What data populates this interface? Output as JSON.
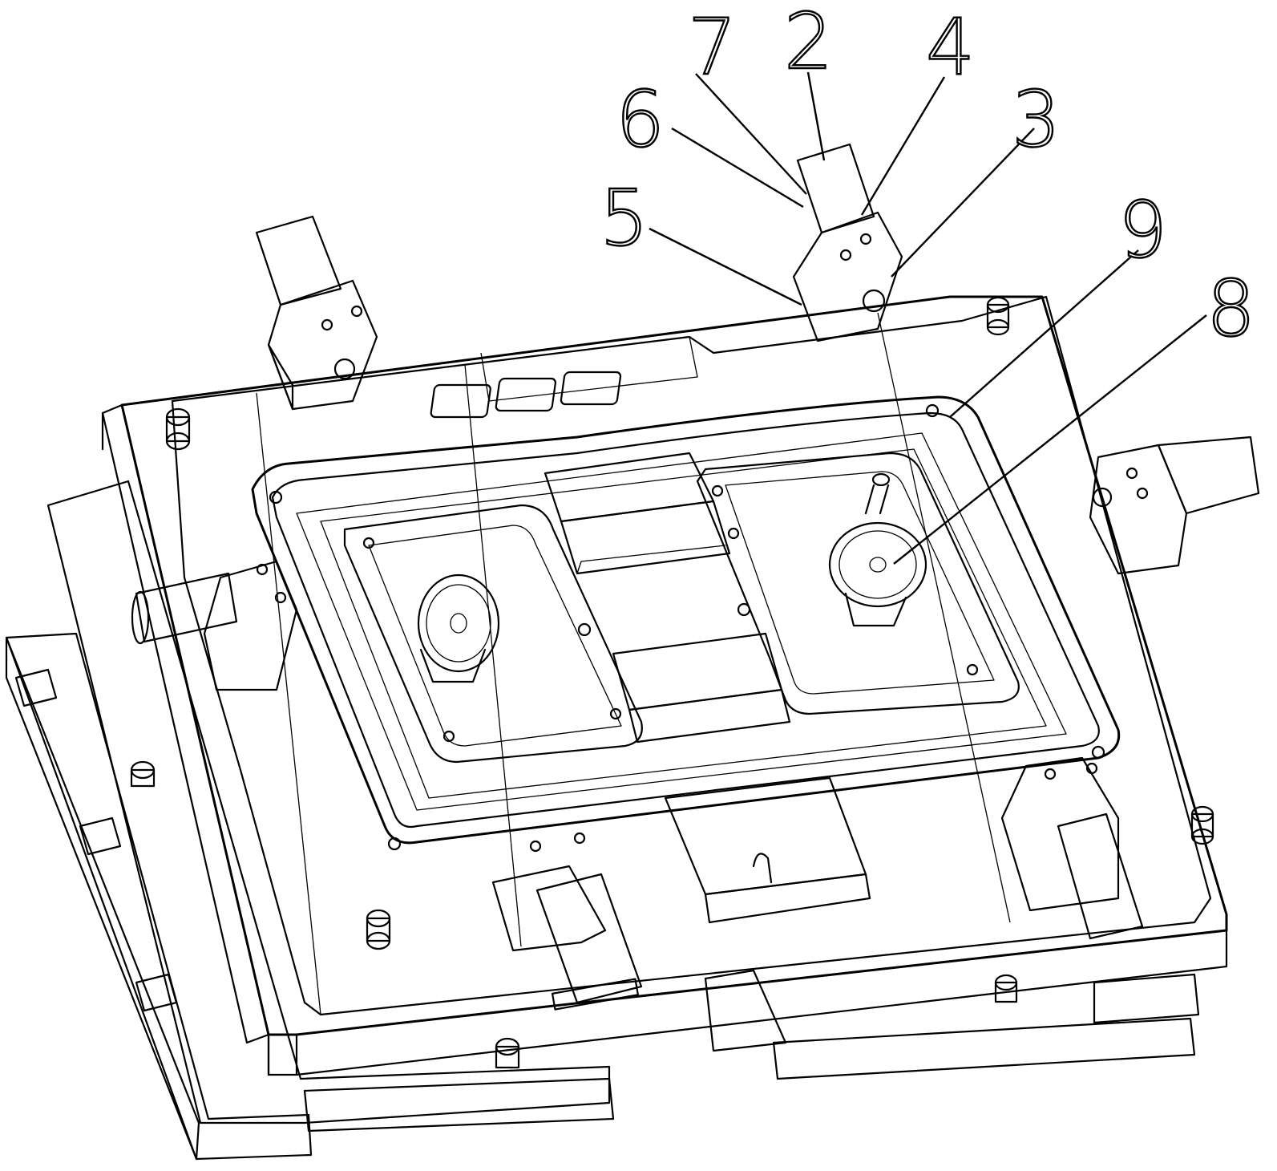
{
  "callouts": {
    "c7": "7",
    "c2": "2",
    "c4": "4",
    "c6": "6",
    "c3": "3",
    "c5": "5",
    "c9": "9",
    "c8": "8"
  }
}
